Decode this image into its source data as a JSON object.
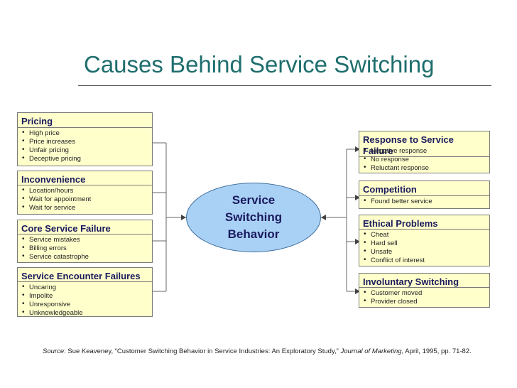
{
  "title": "Causes Behind Service Switching",
  "center": {
    "line1": "Service",
    "line2": "Switching",
    "line3": "Behavior"
  },
  "left_boxes": [
    {
      "title": "Pricing",
      "items": [
        "High price",
        "Price increases",
        "Unfair pricing",
        "Deceptive pricing"
      ]
    },
    {
      "title": "Inconvenience",
      "items": [
        "Location/hours",
        "Wait for appointment",
        "Wait for service"
      ]
    },
    {
      "title": "Core Service Failure",
      "items": [
        "Service mistakes",
        "Billing errors",
        "Service catastrophe"
      ]
    },
    {
      "title": "Service Encounter Failures",
      "items": [
        "Uncaring",
        "Impolite",
        "Unresponsive",
        "Unknowledgeable"
      ]
    }
  ],
  "right_boxes": [
    {
      "title": "Response to Service Failure",
      "items": [
        "Negative response",
        "No response",
        "Reluctant response"
      ]
    },
    {
      "title": "Competition",
      "items": [
        "Found better service"
      ]
    },
    {
      "title": "Ethical Problems",
      "items": [
        "Cheat",
        "Hard sell",
        "Unsafe",
        "Conflict of interest"
      ]
    },
    {
      "title": "Involuntary Switching",
      "items": [
        "Customer moved",
        "Provider closed"
      ]
    }
  ],
  "source": {
    "label": "Source",
    "text1": ": Sue Keaveney, “Customer Switching Behavior in Service Industries: An Exploratory Study,” ",
    "journal": "Journal of Marketing",
    "text2": ", April, 1995, pp. 71-82."
  }
}
